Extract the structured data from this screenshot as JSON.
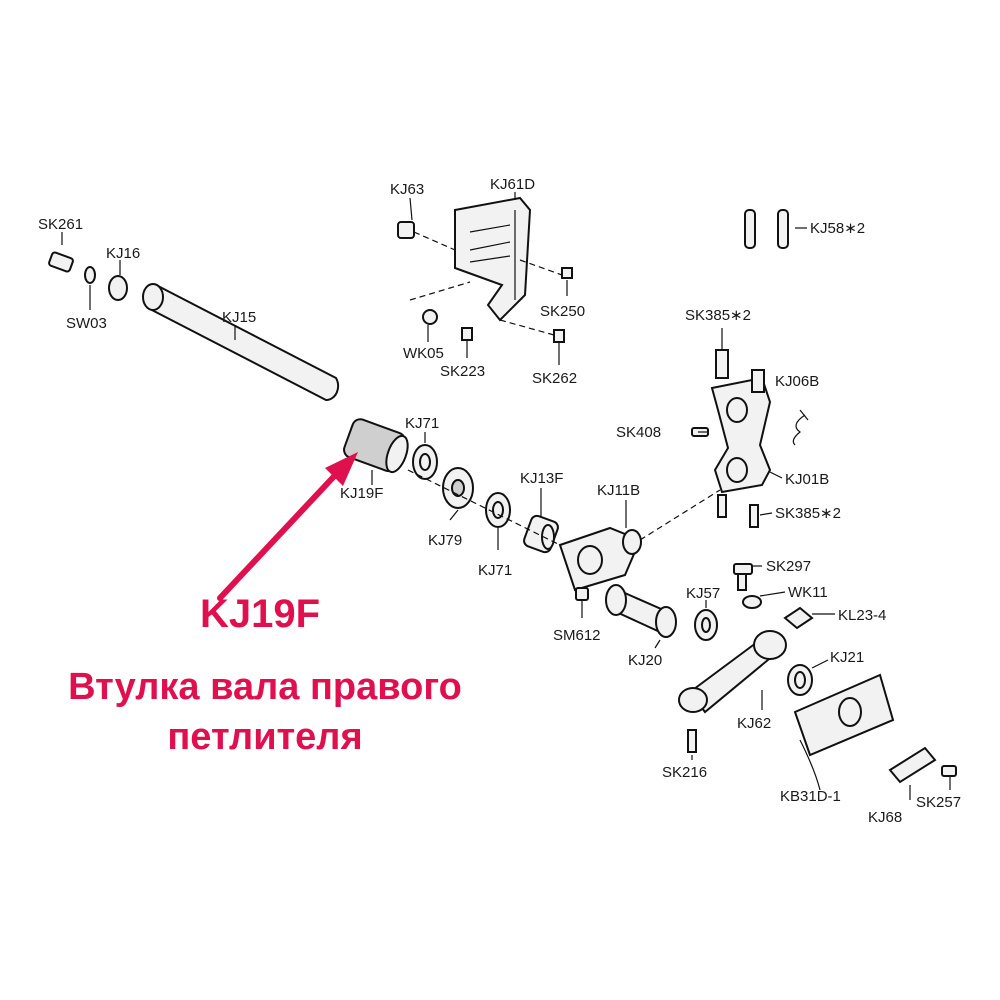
{
  "labels": {
    "SK261": "SK261",
    "KJ16": "KJ16",
    "SW03": "SW03",
    "KJ15": "KJ15",
    "KJ63": "KJ63",
    "KJ61D": "KJ61D",
    "SK250": "SK250",
    "WK05": "WK05",
    "SK223": "SK223",
    "SK262": "SK262",
    "KJ58x2": "KJ58∗2",
    "SK385x2_top": "SK385∗2",
    "KJ06B": "KJ06B",
    "SK408": "SK408",
    "KJ01B": "KJ01B",
    "SK385x2_bottom": "SK385∗2",
    "KJ71_top": "KJ71",
    "KJ19F": "KJ19F",
    "KJ79": "KJ79",
    "KJ71_bottom": "KJ71",
    "KJ13F": "KJ13F",
    "KJ11B": "KJ11B",
    "SK297": "SK297",
    "WK11": "WK11",
    "KL23_4": "KL23-4",
    "KJ57": "KJ57",
    "SM612": "SM612",
    "KJ20": "KJ20",
    "KJ21": "KJ21",
    "KJ62": "KJ62",
    "SK216": "SK216",
    "KB31D_1": "KB31D-1",
    "KJ68": "KJ68",
    "SK257": "SK257"
  },
  "callout": {
    "code": "KJ19F",
    "description": "Втулка вала правого\nпетлителя",
    "color": "#e0104f"
  },
  "icons": {
    "arrow": "arrow-icon"
  }
}
